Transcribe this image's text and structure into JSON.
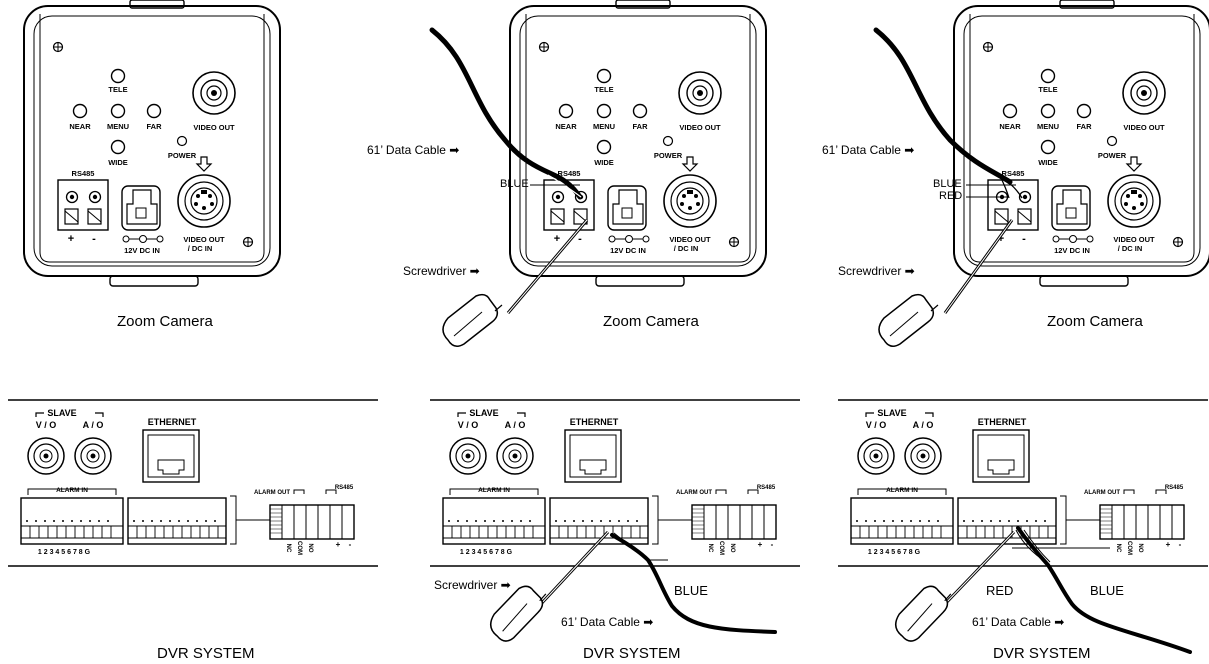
{
  "camera": {
    "tele": "TELE",
    "near": "NEAR",
    "menu": "MENU",
    "far": "FAR",
    "wide": "WIDE",
    "power": "POWER",
    "video_out": "VIDEO OUT",
    "rs485": "RS485",
    "plus": "+",
    "minus": "-",
    "dc_in": "12V DC IN",
    "video_out_dc_1": "VIDEO OUT",
    "video_out_dc_2": "/ DC IN",
    "caption": "Zoom Camera"
  },
  "dvr": {
    "slave": "SLAVE",
    "vo": "V / O",
    "ao": "A / O",
    "ethernet": "ETHERNET",
    "alarm_in": "ALARM IN",
    "alarm_in_numbers": "1 2 3 4 5 6 7 8 G",
    "alarm_out": "ALARM OUT",
    "rs485": "RS485",
    "nc": "NC",
    "com": "COM",
    "no": "NO",
    "plus": "+",
    "minus": "-",
    "caption": "DVR SYSTEM"
  },
  "notes": {
    "data_cable": "61’ Data Cable ➡",
    "screwdriver": "Screwdriver ➡",
    "blue": "BLUE",
    "red": "RED"
  }
}
